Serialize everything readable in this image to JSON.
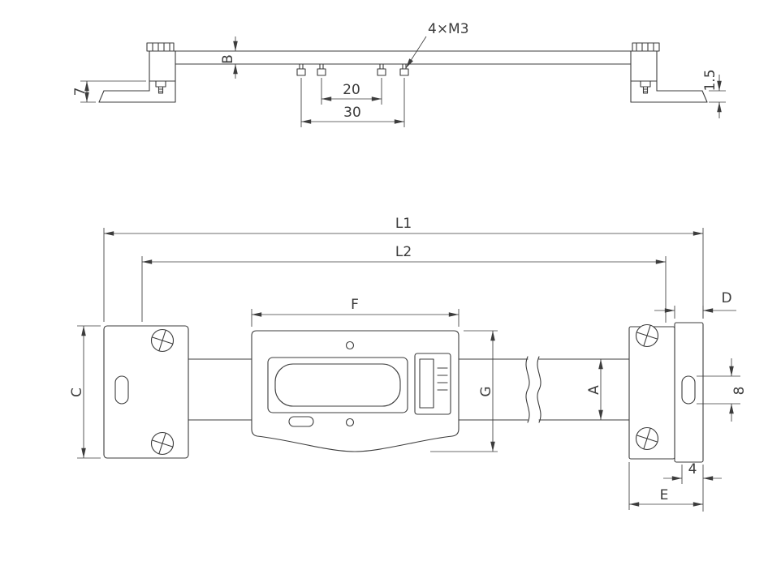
{
  "colors": {
    "line": "#3c3c3c",
    "background": "#ffffff",
    "text": "#3a3a3a"
  },
  "drawing_type": "technical drawing of digital scale unit with mounting brackets",
  "top_view": {
    "thread_callout": "4×M3",
    "dim_b": "B",
    "dim_7": "7",
    "dim_20": "20",
    "dim_30": "30",
    "dim_1_5": "1.5"
  },
  "front_view": {
    "dim_l1": "L1",
    "dim_l2": "L2",
    "dim_f": "F",
    "dim_d": "D",
    "dim_c": "C",
    "dim_g": "G",
    "dim_a": "A",
    "dim_8": "8",
    "dim_4": "4",
    "dim_e": "E"
  }
}
